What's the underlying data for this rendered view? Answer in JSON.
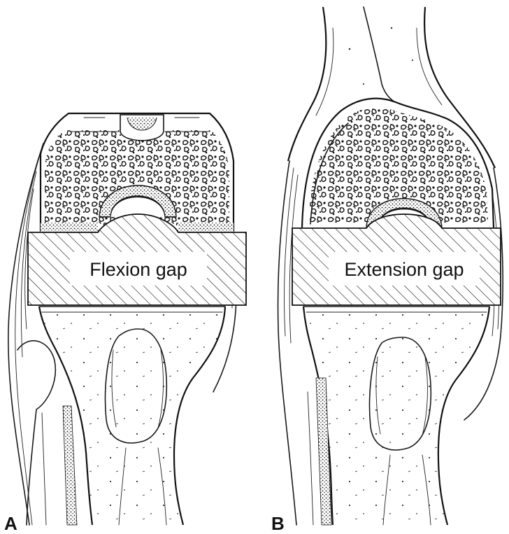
{
  "panels": [
    {
      "letter": "A",
      "gap_label": "Flexion gap"
    },
    {
      "letter": "B",
      "gap_label": "Extension gap"
    }
  ],
  "colors": {
    "ink": "#111111",
    "background": "#ffffff"
  }
}
